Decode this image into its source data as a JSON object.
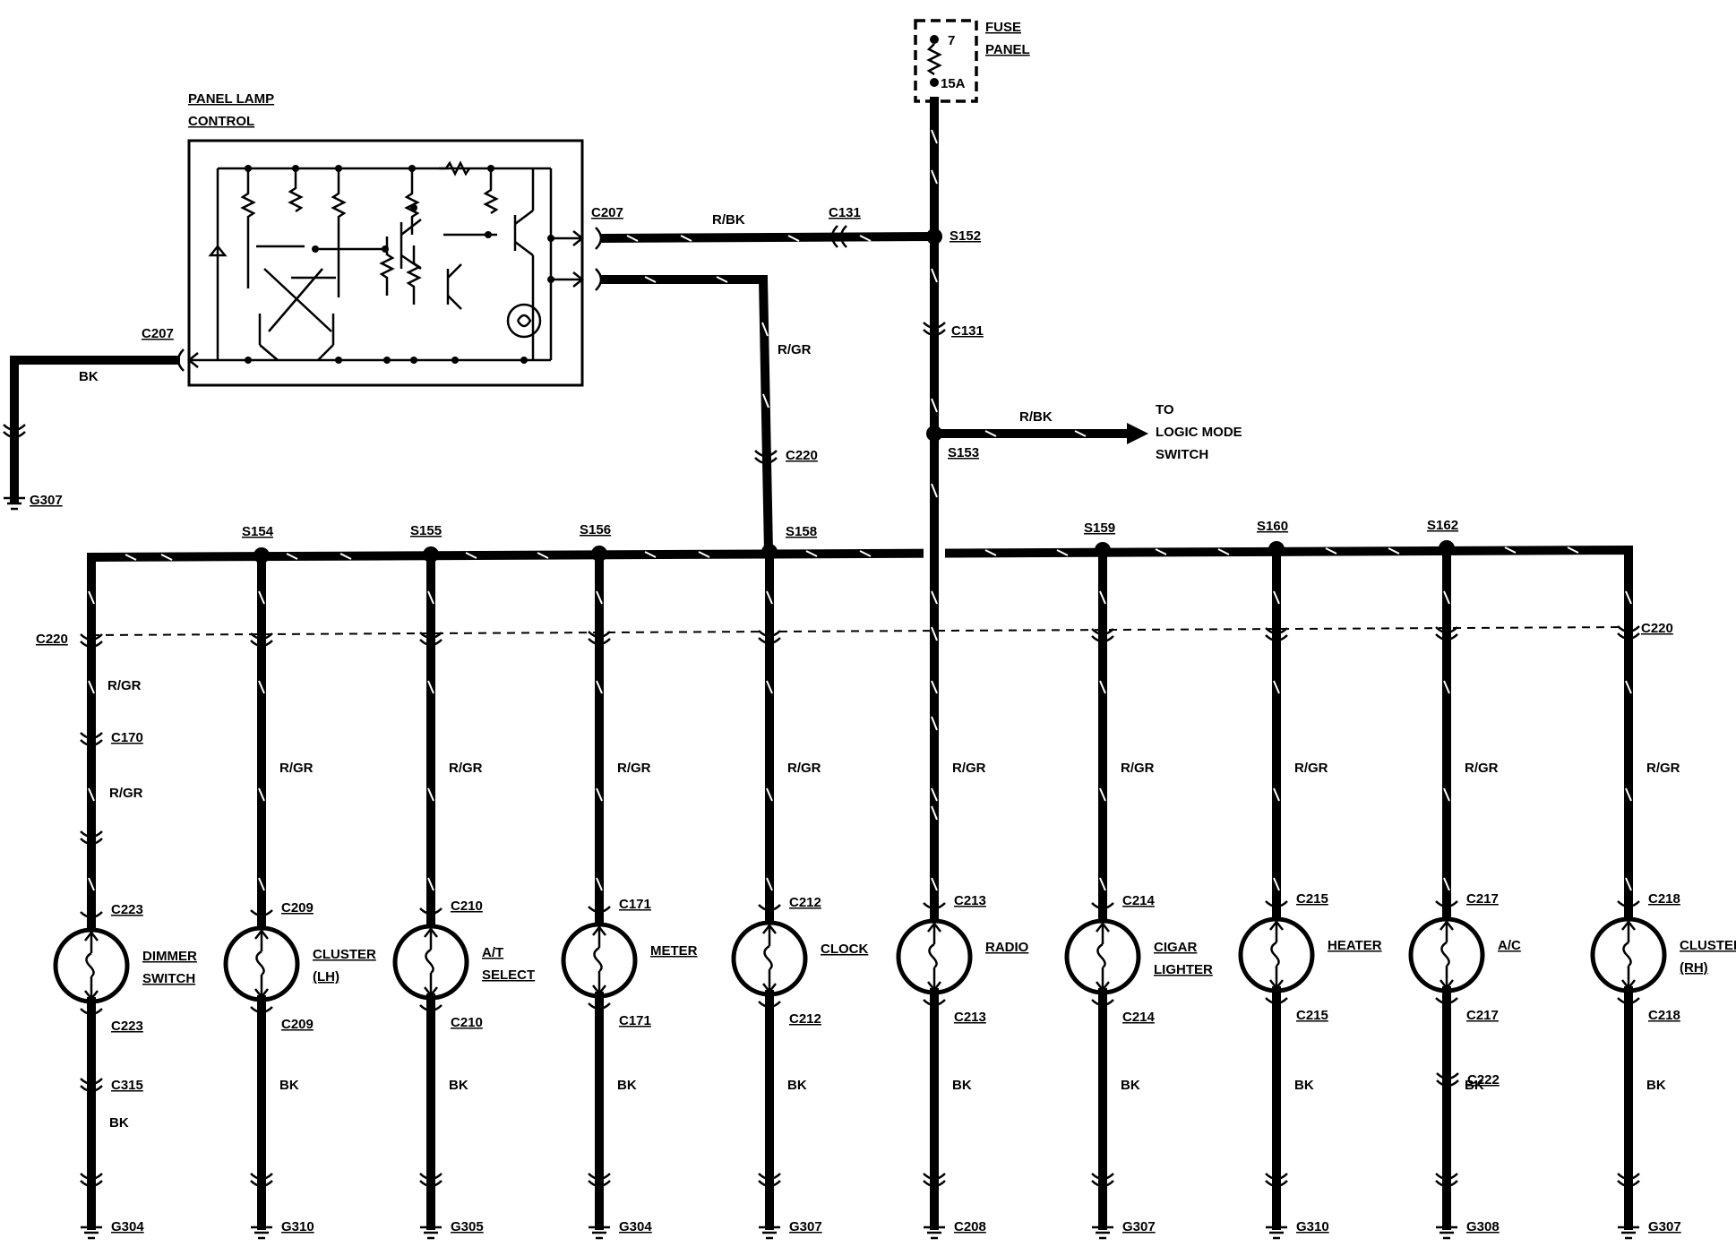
{
  "panel_lamp_control": {
    "line1": "PANEL LAMP",
    "line2": "CONTROL"
  },
  "fuse_panel": {
    "line1": "FUSE",
    "line2": "PANEL",
    "number": "7",
    "rating": "15A"
  },
  "logic_mode": {
    "line1": "TO",
    "line2": "LOGIC MODE",
    "line3": "SWITCH",
    "wire": "R/BK"
  },
  "labels": {
    "c207_top": "C207",
    "c207_left": "C207",
    "c131_a": "C131",
    "c131_b": "C131",
    "s152": "S152",
    "s153": "S153",
    "rbk_top": "R/BK",
    "rgr_feed": "R/GR",
    "c220_feed": "C220",
    "bk_ground": "BK",
    "g307_left": "G307",
    "s154": "S154",
    "s155": "S155",
    "s156": "S156",
    "s158": "S158",
    "s159": "S159",
    "s160": "S160",
    "s162": "S162",
    "c220_left": "C220",
    "c220_right": "C220",
    "c170": "C170",
    "rgr_dimmer_upper": "R/GR",
    "c315": "C315",
    "c222": "C222"
  },
  "branches": [
    {
      "top_conn": "C223",
      "bot_conn": "C223",
      "name1": "DIMMER",
      "name2": "SWITCH",
      "feed": "R/GR",
      "ret": "BK",
      "ground": "G304"
    },
    {
      "top_conn": "C209",
      "bot_conn": "C209",
      "name1": "CLUSTER",
      "name2": "(LH)",
      "feed": "R/GR",
      "ret": "BK",
      "ground": "G310"
    },
    {
      "top_conn": "C210",
      "bot_conn": "C210",
      "name1": "A/T",
      "name2": "SELECT",
      "feed": "R/GR",
      "ret": "BK",
      "ground": "G305"
    },
    {
      "top_conn": "C171",
      "bot_conn": "C171",
      "name1": "METER",
      "name2": "",
      "feed": "R/GR",
      "ret": "BK",
      "ground": "G304"
    },
    {
      "top_conn": "C212",
      "bot_conn": "C212",
      "name1": "CLOCK",
      "name2": "",
      "feed": "R/GR",
      "ret": "BK",
      "ground": "G307"
    },
    {
      "top_conn": "C213",
      "bot_conn": "C213",
      "name1": "RADIO",
      "name2": "",
      "feed": "R/GR",
      "ret": "BK",
      "ground": "C208"
    },
    {
      "top_conn": "C214",
      "bot_conn": "C214",
      "name1": "CIGAR",
      "name2": "LIGHTER",
      "feed": "R/GR",
      "ret": "BK",
      "ground": "G307"
    },
    {
      "top_conn": "C215",
      "bot_conn": "C215",
      "name1": "HEATER",
      "name2": "",
      "feed": "R/GR",
      "ret": "BK",
      "ground": "G310"
    },
    {
      "top_conn": "C217",
      "bot_conn": "C217",
      "name1": "A/C",
      "name2": "",
      "feed": "R/GR",
      "ret": "BK",
      "ground": "G308"
    },
    {
      "top_conn": "C218",
      "bot_conn": "C218",
      "name1": "CLUSTER",
      "name2": "(RH)",
      "feed": "R/GR",
      "ret": "BK",
      "ground": "G307"
    }
  ]
}
